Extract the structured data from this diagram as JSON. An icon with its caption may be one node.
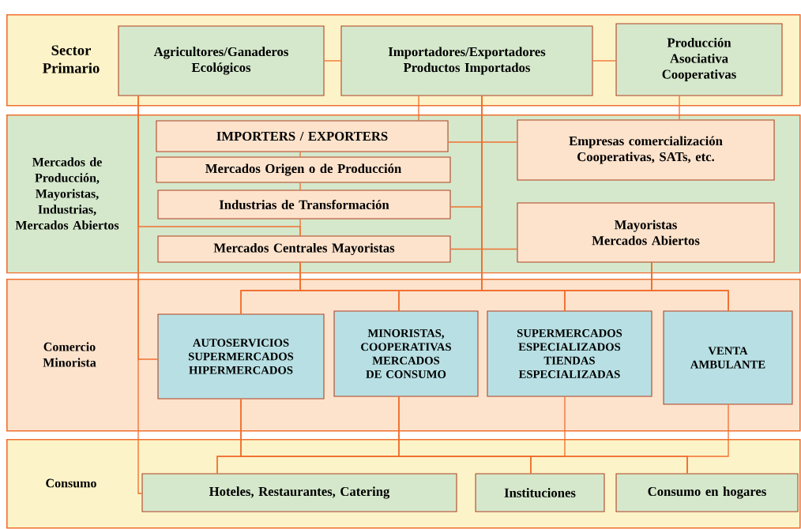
{
  "diagram": {
    "nodes": [
      {
        "text": [
          "Sector Primario"
        ]
      },
      {
        "text": [
          "Agricultores/Ganaderos Ecológicos"
        ],
        "in": 0
      },
      {
        "text": [
          "Importadores/Exportadores Productos Importados"
        ],
        "in": 0
      },
      {
        "text": [
          "Producción Asociativa Cooperativas"
        ],
        "in": 0
      },
      {
        "text": [
          "Mercados de Producción, Mayoristas, Industrias, Mercados Abiertos"
        ]
      },
      {
        "text": [
          "IMPORTERS / EXPORTERS"
        ],
        "in": 4
      },
      {
        "text": [
          "Mercados Origen o de Producción"
        ],
        "in": 4
      },
      {
        "text": [
          "Industrias de Transformación"
        ],
        "in": 4
      },
      {
        "text": [
          "Mercados Centrales Mayoristas"
        ],
        "in": 4
      },
      {
        "text": [
          "Empresas comercialización Cooperativas, SATs, etc."
        ],
        "in": 4
      },
      {
        "text": [
          "Mayoristas Mercados Abiertos"
        ],
        "in": 4
      },
      {
        "text": [
          "Comercio Minorista"
        ]
      },
      {
        "text": [
          "AUTOSERVICIOS SUPERMERCADOS HIPERMERCADOS"
        ],
        "in": 11
      },
      {
        "text": [
          "MINORISTAS, COOPERATIVAS MERCADOS DE CONSUMO"
        ],
        "in": 11
      },
      {
        "text": [
          "SUPERMERCADOS ESPECIALIZADOS TIENDAS ESPECIALIZADAS"
        ],
        "in": 11
      },
      {
        "text": [
          "VENTA AMBULANTE"
        ],
        "in": 11
      },
      {
        "text": [
          "Consumo"
        ]
      },
      {
        "text": [
          "Hoteles, Restaurantes, Catering"
        ],
        "in": 16
      },
      {
        "text": [
          "Instituciones"
        ],
        "in": 16
      },
      {
        "text": [
          "Consumo en hogares"
        ],
        "in": 16
      }
    ],
    "edges": [
      {
        "from": 1,
        "to": 2,
        "arrow": "none"
      },
      {
        "from": 2,
        "to": 3,
        "arrow": "none"
      },
      {
        "from": 2,
        "to": 5,
        "arrow": "none"
      },
      {
        "from": 3,
        "to": 9,
        "arrow": "none"
      },
      {
        "from": 5,
        "to": 9,
        "arrow": "none"
      },
      {
        "from": 5,
        "to": 6,
        "arrow": "none"
      },
      {
        "from": 6,
        "to": 7,
        "arrow": "none"
      },
      {
        "from": 7,
        "to": 8,
        "arrow": "none"
      },
      {
        "from": 2,
        "to": 7,
        "arrow": "none"
      },
      {
        "from": 8,
        "to": 10,
        "arrow": "none"
      },
      {
        "from": 1,
        "to": 8,
        "arrow": "none"
      },
      {
        "from": 1,
        "to": 12,
        "arrow": "none"
      },
      {
        "from": 1,
        "to": 17,
        "arrow": "none"
      },
      {
        "from": 2,
        "to": 12,
        "arrow": "none"
      },
      {
        "from": 2,
        "to": 13,
        "arrow": "none"
      },
      {
        "from": 2,
        "to": 14,
        "arrow": "none"
      },
      {
        "from": 2,
        "to": 15,
        "arrow": "none"
      },
      {
        "from": 8,
        "to": 12,
        "arrow": "none"
      },
      {
        "from": 8,
        "to": 13,
        "arrow": "none"
      },
      {
        "from": 8,
        "to": 14,
        "arrow": "none"
      },
      {
        "from": 8,
        "to": 15,
        "arrow": "none"
      },
      {
        "from": 10,
        "to": 12,
        "arrow": "none"
      },
      {
        "from": 10,
        "to": 13,
        "arrow": "none"
      },
      {
        "from": 10,
        "to": 14,
        "arrow": "none"
      },
      {
        "from": 10,
        "to": 15,
        "arrow": "none"
      },
      {
        "from": 12,
        "to": 17,
        "arrow": "none"
      },
      {
        "from": 12,
        "to": 18,
        "arrow": "none"
      },
      {
        "from": 12,
        "to": 19,
        "arrow": "none"
      },
      {
        "from": 13,
        "to": 17,
        "arrow": "none"
      },
      {
        "from": 13,
        "to": 18,
        "arrow": "none"
      },
      {
        "from": 13,
        "to": 19,
        "arrow": "none"
      },
      {
        "from": 14,
        "to": 18,
        "arrow": "none"
      },
      {
        "from": 15,
        "to": 19,
        "arrow": "none"
      }
    ]
  }
}
